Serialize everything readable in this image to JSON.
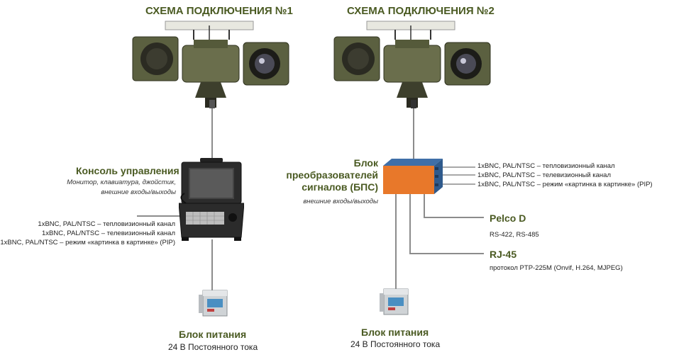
{
  "scheme1": {
    "title": "СХЕМА ПОДКЛЮЧЕНИЯ №1",
    "console": {
      "label": "Консоль управления",
      "desc": [
        "Монитор, клавиатура, джойстик,",
        "внешние входы/выходы"
      ]
    },
    "outputs": [
      "1xBNC, PAL/NTSC – тепловизионный канал",
      "1xBNC, PAL/NTSC – телевизионный канал",
      "1xBNC, PAL/NTSC – режим «картинка в картинке» (PIP)"
    ],
    "power": {
      "label": "Блок питания",
      "sub": "24 В Постоянного тока"
    }
  },
  "scheme2": {
    "title": "СХЕМА ПОДКЛЮЧЕНИЯ №2",
    "converter": {
      "label": [
        "Блок",
        "преобразователей",
        "сигналов (БПС)"
      ],
      "desc": "внешние входы/выходы"
    },
    "outputs": [
      "1xBNC, PAL/NTSC – тепловизионный канал",
      "1xBNC, PAL/NTSC – телевизионный канал",
      "1xBNC, PAL/NTSC – режим «картинка в картинке» (PIP)"
    ],
    "pelco": {
      "label": "Pelco D",
      "sub": "RS-422, RS-485"
    },
    "rj45": {
      "label": "RJ-45",
      "sub": "протокол PTP-225M (Onvif, H.264, MJPEG)"
    },
    "power": {
      "label": "Блок питания",
      "sub": "24 В Постоянного тока"
    }
  },
  "colors": {
    "heading": "#4a5a22",
    "line": "#8c8c8c",
    "camera_body": "#5b6040",
    "converter_front": "#e8782a",
    "converter_top": "#3f6fa8"
  }
}
